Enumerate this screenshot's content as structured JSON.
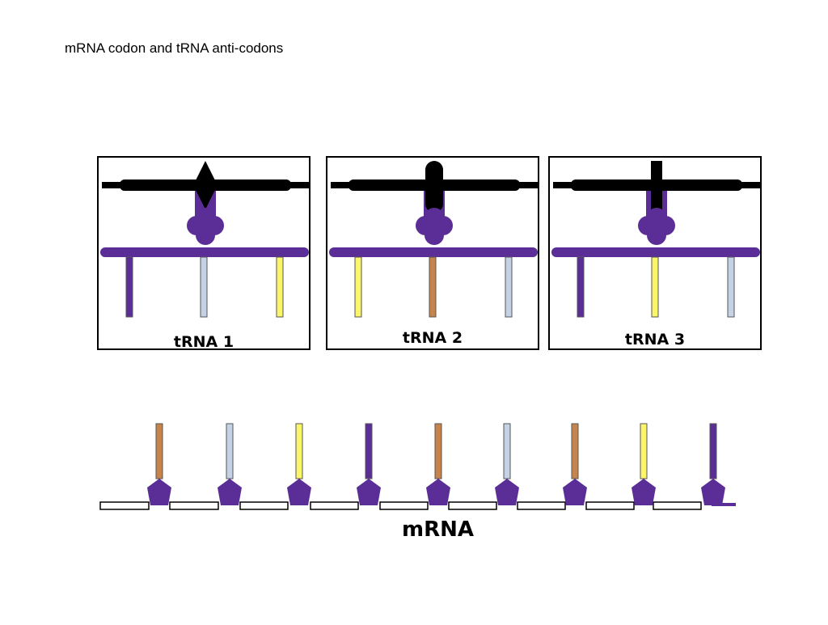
{
  "title": "mRNA codon and tRNA anti-codons",
  "colors": {
    "purple": "#5b2d96",
    "orange": "#c8834a",
    "lightblue": "#c5d2e6",
    "yellow": "#fbf56a",
    "black": "#000000"
  },
  "trnas": [
    {
      "label": "tRNA 1",
      "top_shape": "diamond",
      "anticodon": [
        "purple",
        "lightblue",
        "yellow"
      ]
    },
    {
      "label": "tRNA 2",
      "top_shape": "rounded-bar",
      "anticodon": [
        "yellow",
        "orange",
        "lightblue"
      ]
    },
    {
      "label": "tRNA 3",
      "top_shape": "cross",
      "anticodon": [
        "purple",
        "yellow",
        "lightblue"
      ]
    }
  ],
  "mrna": {
    "label": "mRNA",
    "codons": [
      "orange",
      "lightblue",
      "yellow",
      "purple",
      "orange",
      "lightblue",
      "orange",
      "yellow",
      "purple"
    ]
  }
}
